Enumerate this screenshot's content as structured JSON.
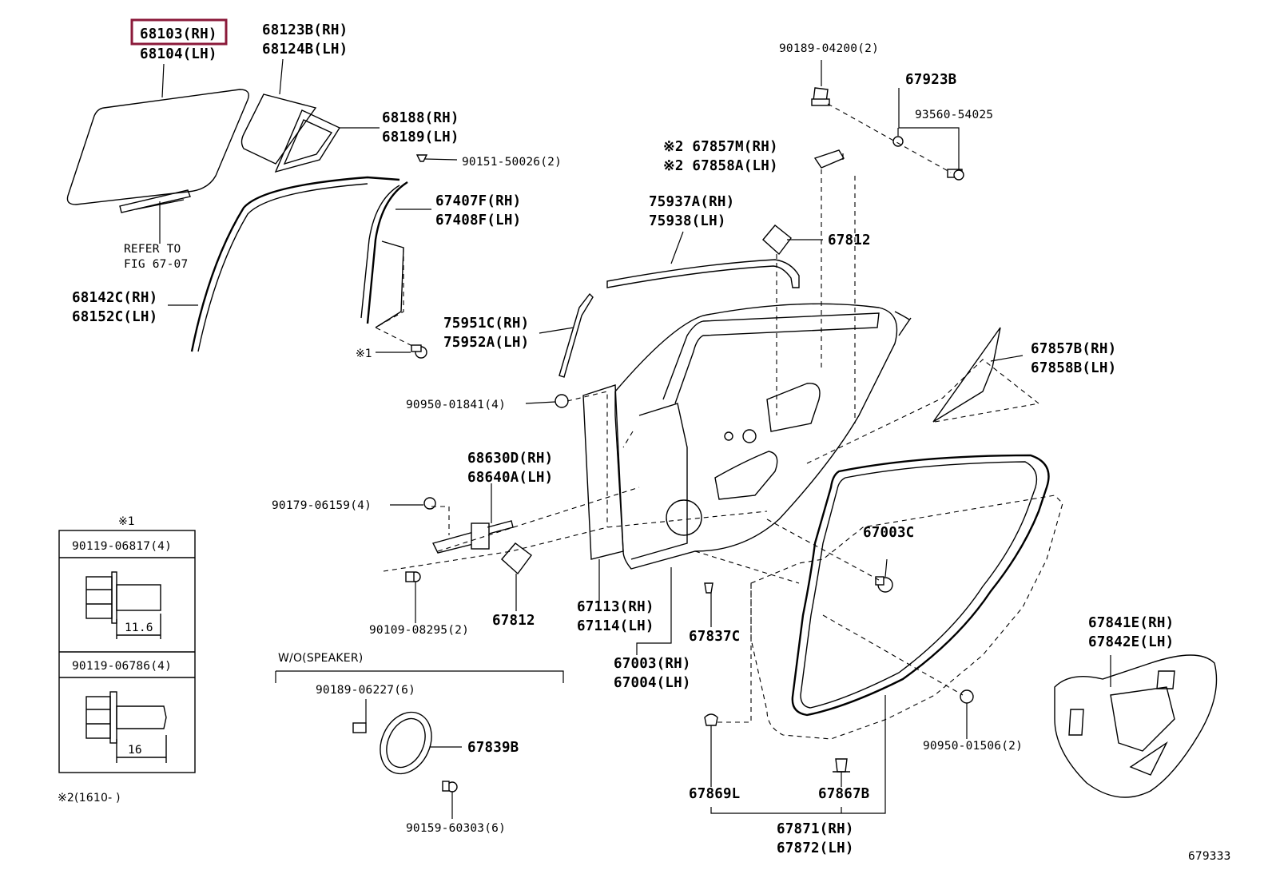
{
  "labels": {
    "p68103": "68103(RH)",
    "p68104": "68104(LH)",
    "p68123b": "68123B(RH)",
    "p68124b": "68124B(LH)",
    "p68188": "68188(RH)",
    "p68189": "68189(LH)",
    "p90151": "90151-50026(2)",
    "p67407f": "67407F(RH)",
    "p67408f": "67408F(LH)",
    "refer1": "REFER TO",
    "refer2": "FIG 67-07",
    "p68142c": "68142C(RH)",
    "p68152c": "68152C(LH)",
    "p90189_04200": "90189-04200(2)",
    "p67923b": "67923B",
    "p93560": "93560-54025",
    "p67857m": "※2 67857M(RH)",
    "p67858a": "※2 67858A(LH)",
    "p75937a": "75937A(RH)",
    "p75938": "75938(LH)",
    "p67812_top": "67812",
    "p75951c": "75951C(RH)",
    "p75952a": "75952A(LH)",
    "note1_bolt": "※1",
    "p67857b": "67857B(RH)",
    "p67858b": "67858B(LH)",
    "p90950_01841": "90950-01841(4)",
    "p68630d": "68630D(RH)",
    "p68640a": "68640A(LH)",
    "p90179": "90179-06159(4)",
    "p67003c": "67003C",
    "p90109": "90109-08295(2)",
    "p67812_bot": "67812",
    "p67113": "67113(RH)",
    "p67114": "67114(LH)",
    "p67837c": "67837C",
    "p67003": "67003(RH)",
    "p67004": "67004(LH)",
    "p67841e": "67841E(RH)",
    "p67842e": "67842E(LH)",
    "p90950_01506": "90950-01506(2)",
    "wo_speaker": "W/O(SPEAKER)",
    "p90189_06227": "90189-06227(6)",
    "p67839b": "67839B",
    "p90159": "90159-60303(6)",
    "p67869l": "67869L",
    "p67867b": "67867B",
    "p67871": "67871(RH)",
    "p67872": "67872(LH)",
    "fig_no": "679333"
  },
  "note_box": {
    "title": "※1",
    "bolt1": "90119-06817(4)",
    "dim1": "11.6",
    "bolt2": "90119-06786(4)",
    "dim2": "16",
    "footnote": "※2(1610-  )"
  },
  "highlight_color": "#8b1a3a"
}
